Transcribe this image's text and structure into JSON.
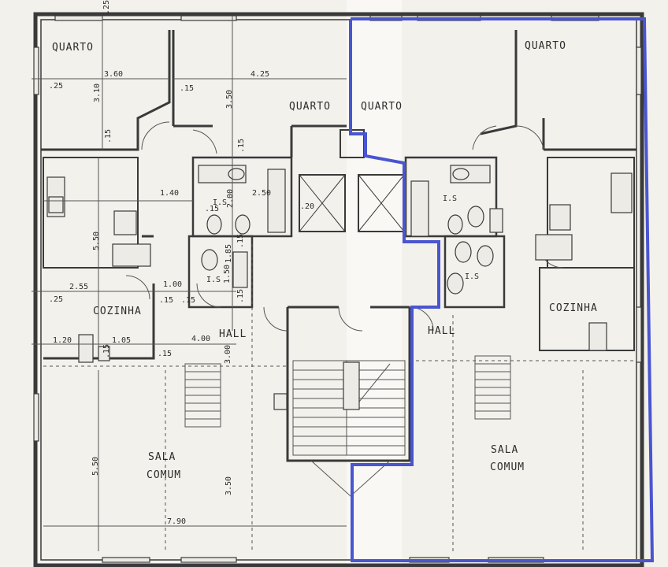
{
  "rooms": {
    "quarto_1": "QUARTO",
    "quarto_2": "QUARTO",
    "quarto_3": "QUARTO",
    "quarto_4": "QUARTO",
    "cozinha_left": "COZINHA",
    "cozinha_right": "COZINHA",
    "hall_left": "HALL",
    "hall_right": "HALL",
    "sala_left_1": "SALA",
    "sala_left_2": "COMUM",
    "sala_right_1": "SALA",
    "sala_right_2": "COMUM",
    "ls_1": "I.S",
    "ls_2": "I.S",
    "ls_3": "I.S",
    "ls_4": "I.S"
  },
  "dimensions": {
    "d_top_25": ".25",
    "d_360": "3.60",
    "d_25a": ".25",
    "d_310": "3.10",
    "d_15a": ".15",
    "d_425": "4.25",
    "d_15b": ".15",
    "d_350a": "3.50",
    "d_15c": ".15",
    "d_140": "1.40",
    "d_200": "2.00",
    "d_250": "2.50",
    "d_15d": ".15",
    "d_20": ".20",
    "d_550a": "5.50",
    "d_185": "1.85",
    "d_255": "2.55",
    "d_100": "1.00",
    "d_25b": ".25",
    "d_15e": ".15",
    "d_15f": ".15",
    "d_150": "1.50",
    "d_15g": ".15",
    "d_120": "1.20",
    "d_105": "1.05",
    "d_400": "4.00",
    "d_15h": ".15",
    "d_15i": ".15",
    "d_300": "3.00",
    "d_550b": "5.50",
    "d_350b": "3.50",
    "d_790": "7.90",
    "d_15j": ".15"
  },
  "colors": {
    "paper": "#f3f1ec",
    "ink": "#3a3a3a",
    "highlight": "#4a55d0"
  }
}
